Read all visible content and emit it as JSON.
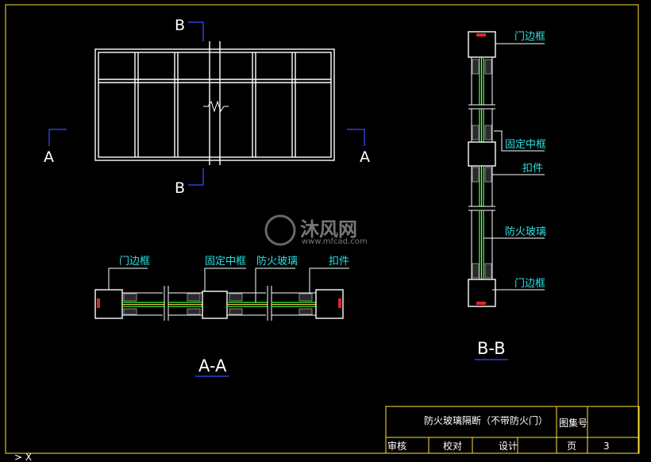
{
  "labels": {
    "sec_a_left": "A",
    "sec_a_right": "A",
    "sec_b_top": "B",
    "sec_b_bottom": "B",
    "title_aa": "A-A",
    "title_bb": "B-B"
  },
  "callouts": {
    "aa_door_frame": "门边框",
    "aa_fixed_mullion": "固定中框",
    "aa_fire_glass": "防火玻璃",
    "aa_clip": "扣件",
    "bb_door_frame_top": "门边框",
    "bb_fixed_mullion": "固定中框",
    "bb_clip": "扣件",
    "bb_fire_glass": "防火玻璃",
    "bb_door_frame_bottom": "门边框"
  },
  "title_block": {
    "drawing_title": "防火玻璃隔断（不带防火门）",
    "atlas_no_label": "图集号",
    "review_label": "审核",
    "check_label": "校对",
    "design_label": "设计",
    "page_label": "页",
    "page_number": "3"
  },
  "watermark": {
    "brand": "沐风网",
    "url": "www.mfcad.com"
  },
  "command_prompt": "> X",
  "colors": {
    "background": "#000000",
    "lines": "#ffffff",
    "section_marks": "#3a4cff",
    "callouts": "#29e0e6",
    "glass": "#2ad12a",
    "seal": "#e0232b",
    "border": "#ffe03a"
  }
}
